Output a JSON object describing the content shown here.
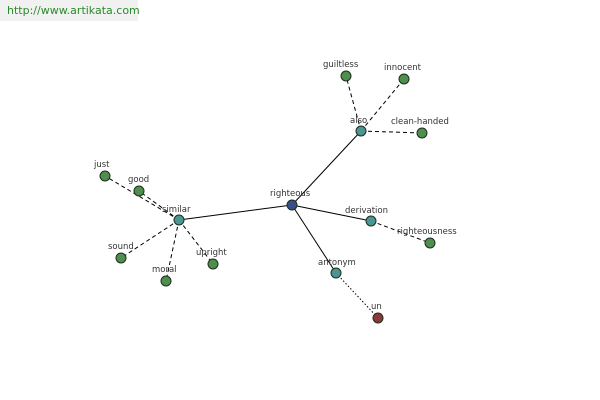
{
  "site": {
    "url_text": "http://www.artikata.com"
  },
  "colors": {
    "root": "#3a4f8a",
    "relation": "#4d9494",
    "word": "#4e8f4e",
    "antonym_word": "#8a3a3a"
  },
  "graph": {
    "root": {
      "id": "righteous",
      "label": "righteous",
      "kind": "root"
    },
    "relations": [
      {
        "id": "similar",
        "label": "similar",
        "kind": "relation",
        "words": [
          {
            "id": "just",
            "label": "just",
            "kind": "word"
          },
          {
            "id": "good",
            "label": "good",
            "kind": "word"
          },
          {
            "id": "sound",
            "label": "sound",
            "kind": "word"
          },
          {
            "id": "moral",
            "label": "moral",
            "kind": "word"
          },
          {
            "id": "upright",
            "label": "upright",
            "kind": "word"
          }
        ]
      },
      {
        "id": "also",
        "label": "also",
        "kind": "relation",
        "words": [
          {
            "id": "guiltless",
            "label": "guiltless",
            "kind": "word"
          },
          {
            "id": "innocent",
            "label": "innocent",
            "kind": "word"
          },
          {
            "id": "clean-handed",
            "label": "clean-handed",
            "kind": "word"
          }
        ]
      },
      {
        "id": "derivation",
        "label": "derivation",
        "kind": "relation",
        "words": [
          {
            "id": "righteousness",
            "label": "righteousness",
            "kind": "word"
          }
        ]
      },
      {
        "id": "antonym",
        "label": "antonym",
        "kind": "relation",
        "words": [
          {
            "id": "un",
            "label": "un",
            "kind": "antonym_word"
          }
        ]
      }
    ]
  }
}
